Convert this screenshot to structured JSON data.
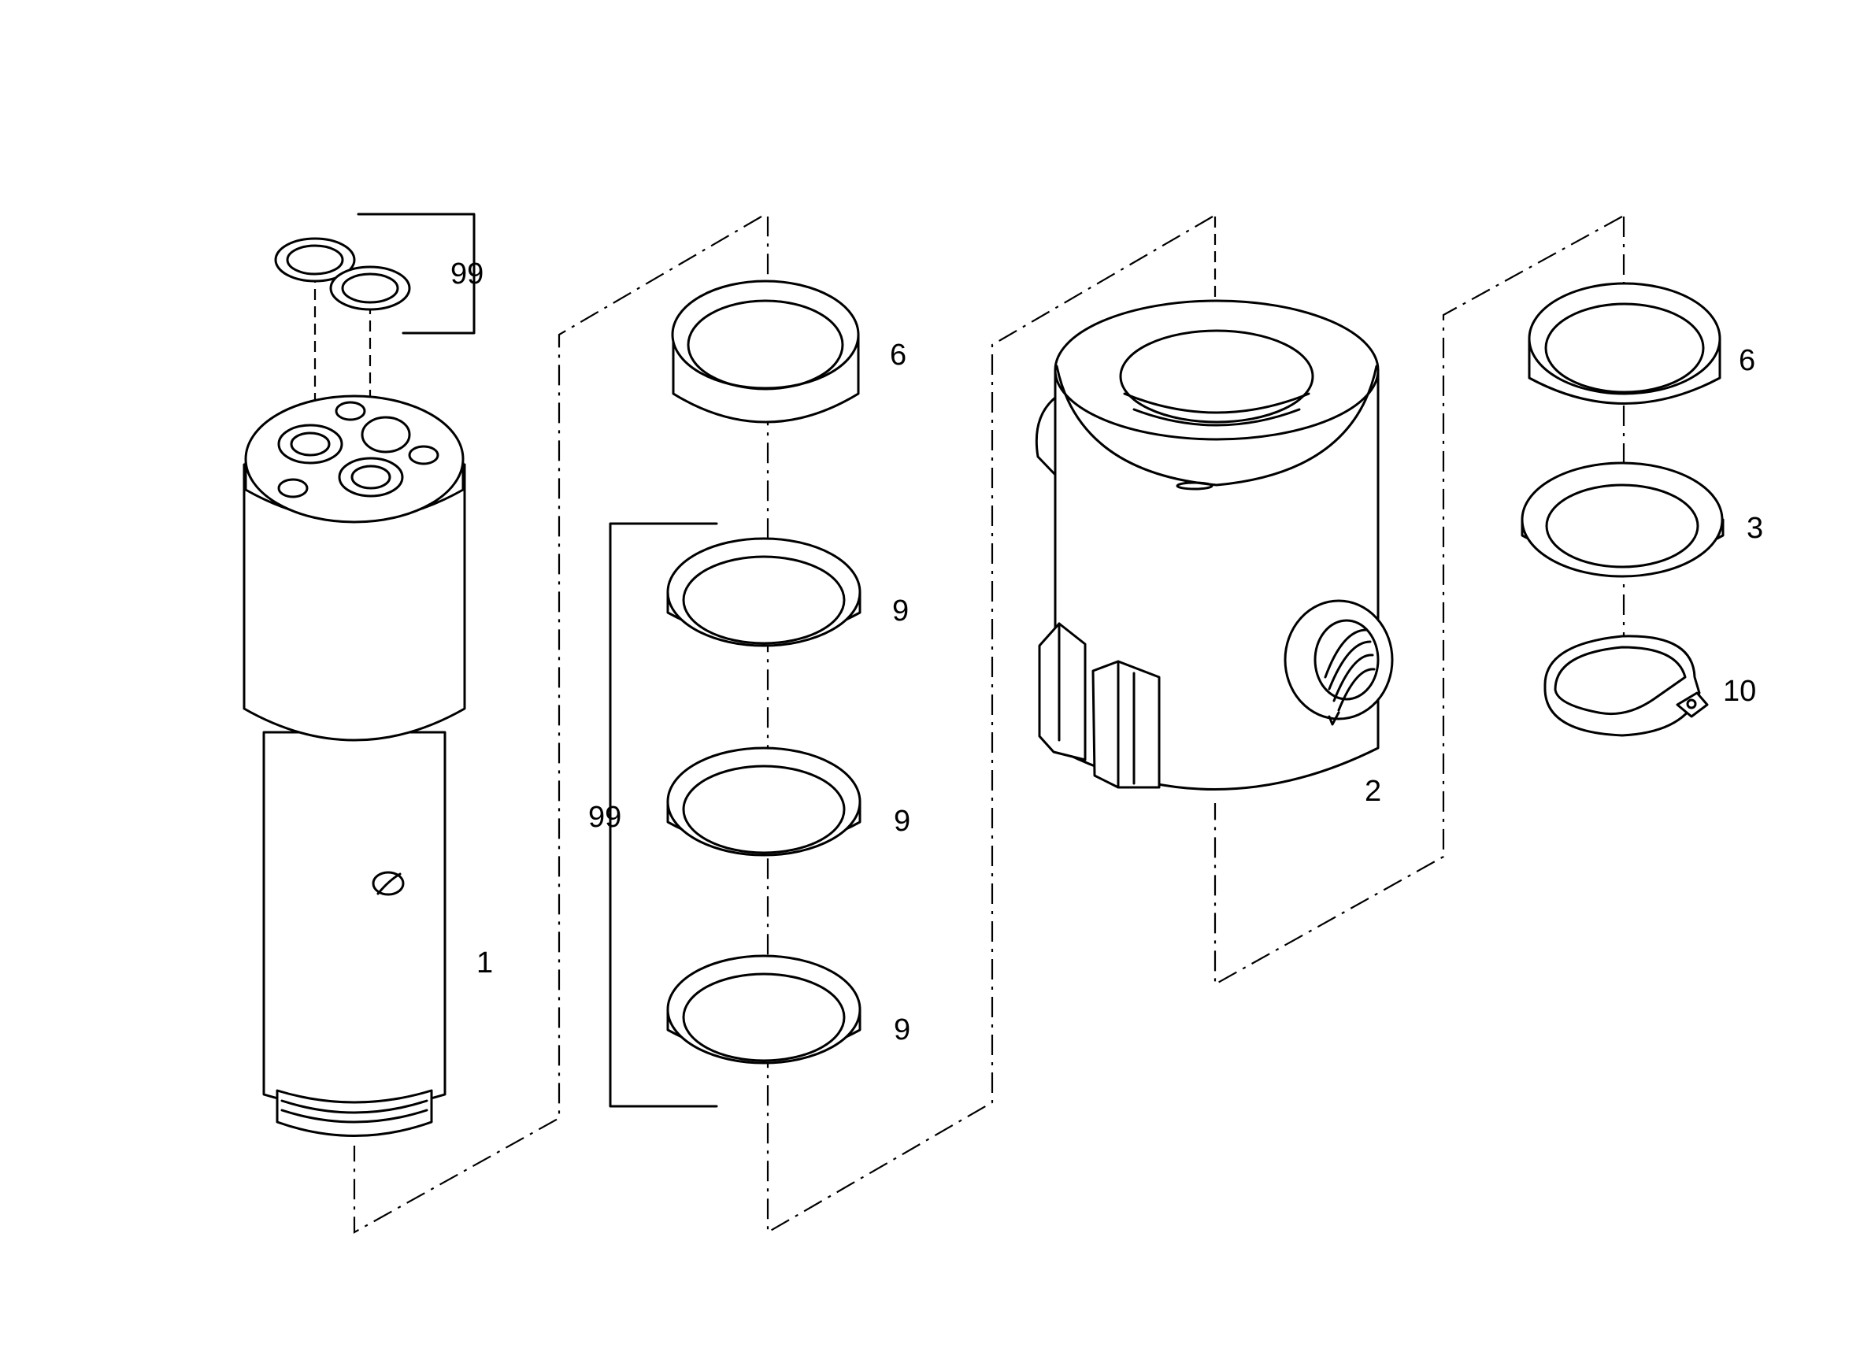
{
  "callouts": {
    "c99_top": "99",
    "c1": "1",
    "c6_left": "6",
    "c9_a": "9",
    "c9_b": "9",
    "c9_c": "9",
    "c99_left": "99",
    "c2": "2",
    "c6_right": "6",
    "c3": "3",
    "c10": "10"
  },
  "colors": {
    "line": "#000000",
    "background": "#ffffff"
  }
}
